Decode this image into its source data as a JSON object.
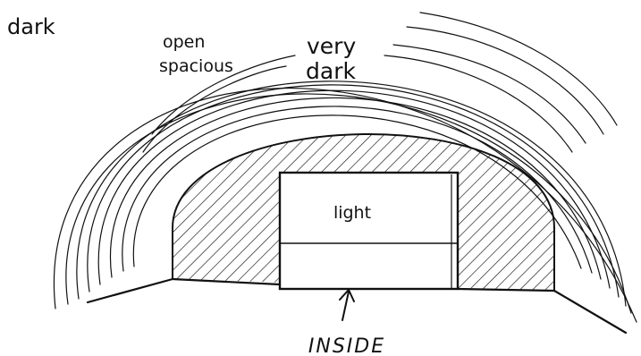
{
  "labels": {
    "corner": "dark",
    "upper_left_line1": "open",
    "upper_left_line2": "spacious",
    "top_line1": "very",
    "top_line2": "dark",
    "doorway": "light",
    "bottom": "INSIDE"
  },
  "colors": {
    "ink": "#111111",
    "paper": "#ffffff"
  },
  "icons": {
    "arrow": "up-arrow-icon"
  }
}
